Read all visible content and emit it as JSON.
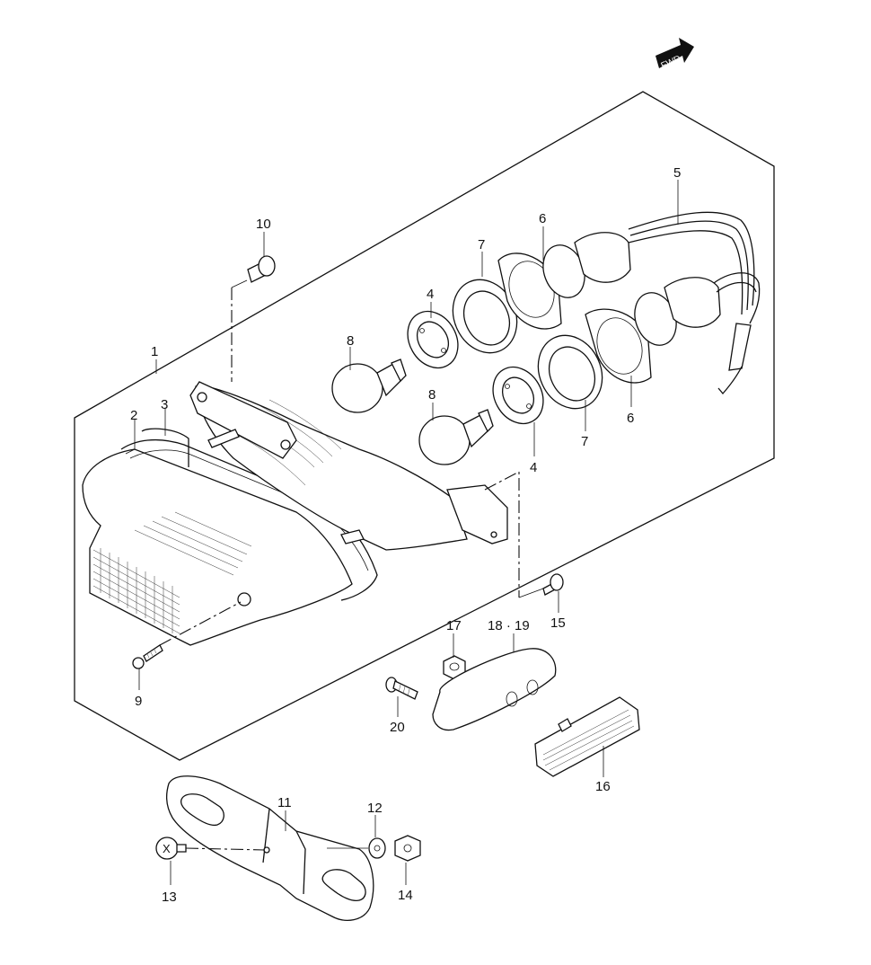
{
  "badge": {
    "text": "FWD"
  },
  "callouts": [
    {
      "id": "c1",
      "text": "1"
    },
    {
      "id": "c2",
      "text": "2"
    },
    {
      "id": "c3",
      "text": "3"
    },
    {
      "id": "c4a",
      "text": "4"
    },
    {
      "id": "c4b",
      "text": "4"
    },
    {
      "id": "c5",
      "text": "5"
    },
    {
      "id": "c6a",
      "text": "6"
    },
    {
      "id": "c6b",
      "text": "6"
    },
    {
      "id": "c7a",
      "text": "7"
    },
    {
      "id": "c7b",
      "text": "7"
    },
    {
      "id": "c8a",
      "text": "8"
    },
    {
      "id": "c8b",
      "text": "8"
    },
    {
      "id": "c9",
      "text": "9"
    },
    {
      "id": "c10",
      "text": "10"
    },
    {
      "id": "c11",
      "text": "11"
    },
    {
      "id": "c12",
      "text": "12"
    },
    {
      "id": "c13",
      "text": "13"
    },
    {
      "id": "c14",
      "text": "14"
    },
    {
      "id": "c15",
      "text": "15"
    },
    {
      "id": "c16",
      "text": "16"
    },
    {
      "id": "c17",
      "text": "17"
    },
    {
      "id": "c1819",
      "text": "18 · 19"
    },
    {
      "id": "c20",
      "text": "20"
    }
  ],
  "marks": {
    "x_symbol": "X"
  }
}
